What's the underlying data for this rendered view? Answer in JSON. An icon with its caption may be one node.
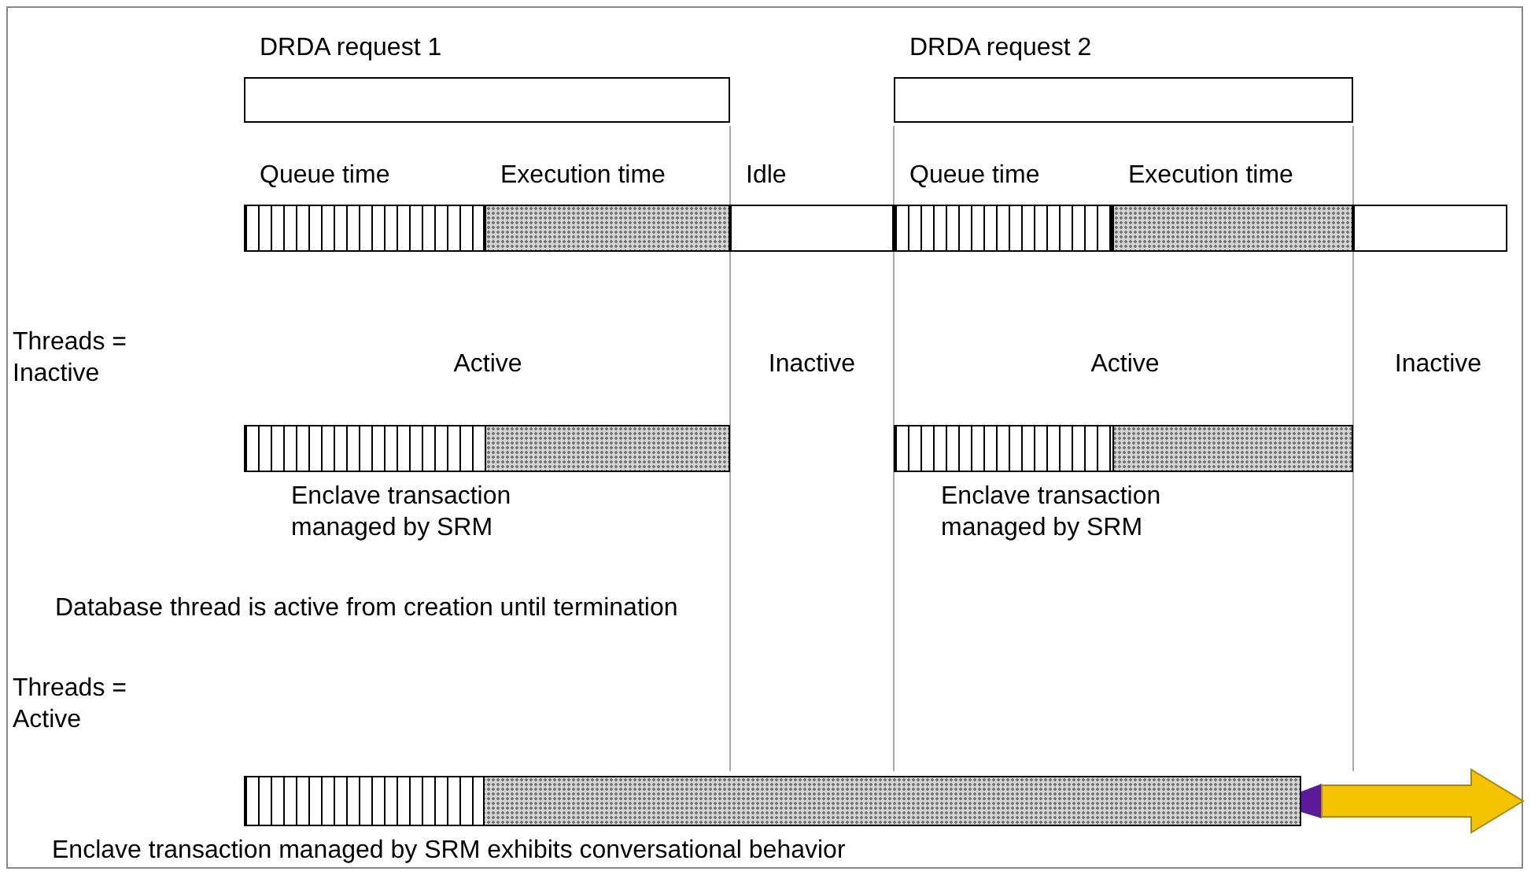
{
  "diagram": {
    "nodes": [
      {
        "text": [
          "DRDA request 1"
        ]
      },
      {
        "text": [
          "DRDA request 2"
        ]
      },
      {
        "text": [
          "Queue time"
        ]
      },
      {
        "text": [
          "Execution time"
        ]
      },
      {
        "text": [
          "Idle"
        ]
      },
      {
        "text": [
          "Queue time"
        ]
      },
      {
        "text": [
          "Execution time"
        ]
      },
      {
        "text": [],
        "shape": "bar"
      },
      {
        "text": [
          "Enclave transaction managed by SRM"
        ]
      },
      {
        "text": [
          "Enclave transaction managed by SRM"
        ]
      },
      {
        "text": [
          "Enclave transaction managed by SRM exhibits conversational behavior"
        ]
      }
    ],
    "edges": [],
    "labels": [
      "Threads = Inactive",
      "Active",
      "Inactive",
      "Active",
      "Inactive",
      "Database thread is active from creation until termination",
      "Threads = Active"
    ]
  }
}
